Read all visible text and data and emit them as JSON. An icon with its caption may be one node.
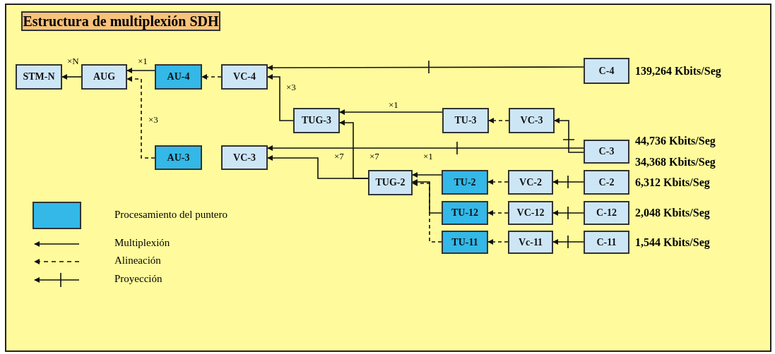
{
  "diagram": {
    "title": "Estructura de multiplexión SDH",
    "nodes": [
      {
        "text": [
          "STM-N"
        ]
      },
      {
        "text": [
          "AUG"
        ]
      },
      {
        "text": [
          "AU-4"
        ]
      },
      {
        "text": [
          "VC-4"
        ]
      },
      {
        "text": [
          "TUG-3"
        ]
      },
      {
        "text": [
          "AU-3"
        ]
      },
      {
        "text": [
          "VC-3"
        ]
      },
      {
        "text": [
          "TUG-2"
        ]
      },
      {
        "text": [
          "TU-3"
        ]
      },
      {
        "text": [
          "VC-3"
        ]
      },
      {
        "text": [
          "C-4"
        ],
        "beside": [
          "139,264 Kbits/Seg"
        ]
      },
      {
        "text": [
          "C-3"
        ],
        "beside": [
          "44,736 Kbits/Seg",
          "34,368 Kbits/Seg"
        ]
      },
      {
        "text": [
          "TU-2"
        ]
      },
      {
        "text": [
          "VC-2"
        ]
      },
      {
        "text": [
          "C-2"
        ],
        "beside": [
          "6,312 Kbits/Seg"
        ]
      },
      {
        "text": [
          "TU-12"
        ]
      },
      {
        "text": [
          "VC-12"
        ]
      },
      {
        "text": [
          "C-12"
        ],
        "beside": [
          "2,048 Kbits/Seg"
        ]
      },
      {
        "text": [
          "TU-11"
        ]
      },
      {
        "text": [
          "Vc-11"
        ]
      },
      {
        "text": [
          "C-11"
        ],
        "beside": [
          "1,544 Kbits/Seg"
        ]
      }
    ],
    "edges": [
      {
        "from": 1,
        "to": 0,
        "arrow": "to",
        "label": "×N"
      },
      {
        "from": 2,
        "to": 1,
        "arrow": "to",
        "label": "×1"
      },
      {
        "from": 5,
        "to": 1,
        "arrow": "to",
        "label": "×3",
        "style": "dashed"
      },
      {
        "from": 3,
        "to": 2,
        "arrow": "to",
        "style": "dashed"
      },
      {
        "from": 10,
        "to": 3,
        "arrow": "to"
      },
      {
        "from": 4,
        "to": 3,
        "arrow": "to",
        "label": "×3"
      },
      {
        "from": 8,
        "to": 4,
        "arrow": "to",
        "label": "×1"
      },
      {
        "from": 7,
        "to": 4,
        "arrow": "to",
        "label": "×7"
      },
      {
        "from": 7,
        "to": 6,
        "arrow": "to",
        "label": "×7"
      },
      {
        "from": 11,
        "to": 6,
        "arrow": "to"
      },
      {
        "from": 11,
        "to": 9,
        "arrow": "to"
      },
      {
        "from": 9,
        "to": 8,
        "arrow": "to",
        "style": "dashed"
      },
      {
        "from": 12,
        "to": 7,
        "arrow": "to",
        "label": "×1"
      },
      {
        "from": 15,
        "to": 7,
        "arrow": "to"
      },
      {
        "from": 18,
        "to": 7,
        "arrow": "to",
        "style": "dashed"
      },
      {
        "from": 13,
        "to": 12,
        "arrow": "to",
        "style": "dashed"
      },
      {
        "from": 14,
        "to": 13,
        "arrow": "to"
      },
      {
        "from": 16,
        "to": 15,
        "arrow": "to",
        "style": "dashed"
      },
      {
        "from": 17,
        "to": 16,
        "arrow": "to"
      },
      {
        "from": 19,
        "to": 18,
        "arrow": "to",
        "style": "dashed"
      },
      {
        "from": 20,
        "to": 19,
        "arrow": "to"
      }
    ],
    "legend": [
      {
        "text": "Procesamiento del puntero",
        "color": "#33b8e8"
      },
      {
        "text": "Multiplexión"
      },
      {
        "text": "Alineación"
      },
      {
        "text": "Proyección"
      }
    ]
  }
}
